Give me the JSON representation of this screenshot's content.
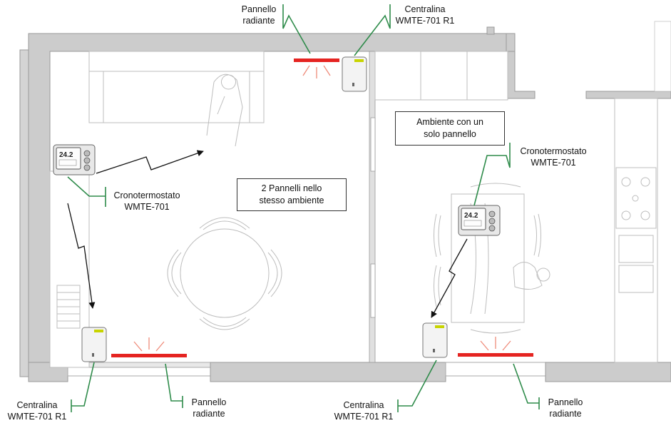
{
  "labels": {
    "top_panel": "Pannello\nradiante",
    "top_centralina": "Centralina\nWMTE-701 R1",
    "crono_left": "Cronotermostato\nWMTE-701",
    "crono_right": "Cronotermostato\nWMTE-701",
    "bottom_centralina_left": "Centralina\nWMTE-701 R1",
    "bottom_panel_left": "Pannello\nradiante",
    "bottom_centralina_right": "Centralina\nWMTE-701 R1",
    "bottom_panel_right": "Pannello\nradiante"
  },
  "boxes": {
    "two_panels": "2 Pannelli nello\nstesso ambiente",
    "one_panel": "Ambiente con un\nsolo pannello"
  },
  "device": {
    "display_temp": "24.2"
  },
  "colors": {
    "panel": "#e52421",
    "leader": "#2e8b4a",
    "wall": "#cccccc",
    "wall_edge": "#9a9a9a",
    "furniture": "#bdbdbd"
  }
}
